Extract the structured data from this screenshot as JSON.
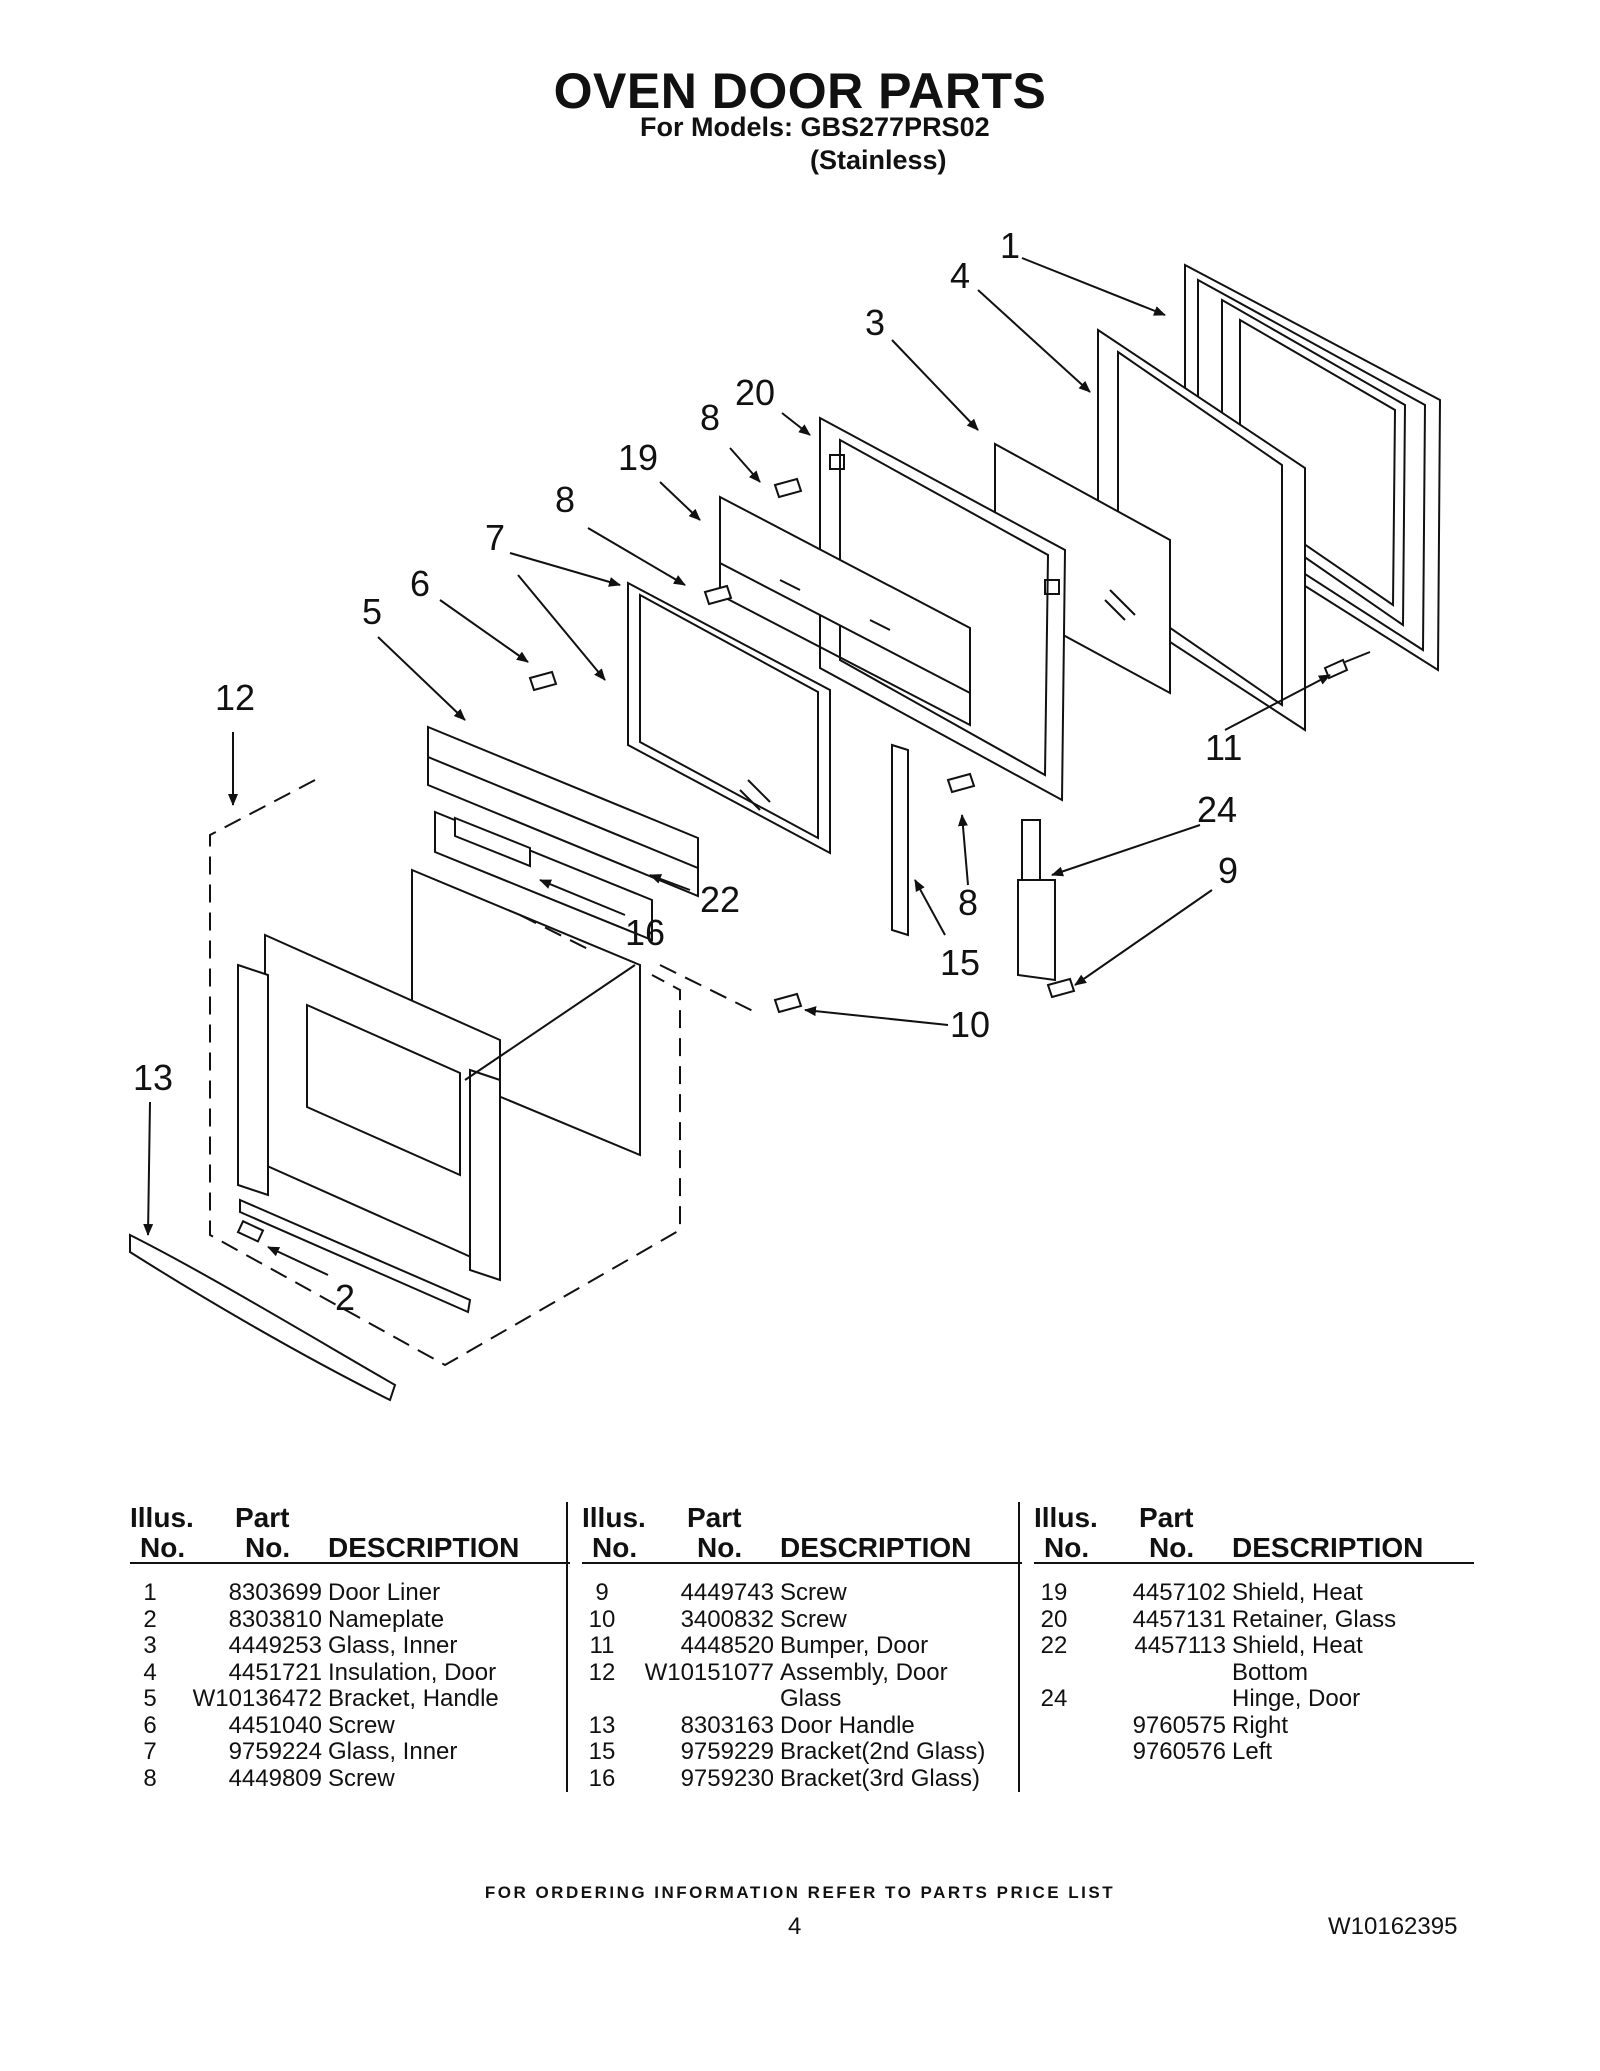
{
  "header": {
    "title": "OVEN DOOR PARTS",
    "models": "For Models: GBS277PRS02",
    "finish": "(Stainless)"
  },
  "callouts": [
    "1",
    "4",
    "3",
    "20",
    "8",
    "19",
    "8",
    "7",
    "6",
    "5",
    "12",
    "11",
    "24",
    "9",
    "22",
    "16",
    "8",
    "15",
    "10",
    "13",
    "2"
  ],
  "table_headers": {
    "illus_top": "Illus.",
    "illus_bottom": "No.",
    "part_top": "Part",
    "part_bottom": "No.",
    "description": "DESCRIPTION"
  },
  "parts_tables": [
    [
      {
        "illus": "1",
        "part": "8303699",
        "desc": "Door Liner"
      },
      {
        "illus": "2",
        "part": "8303810",
        "desc": "Nameplate"
      },
      {
        "illus": "3",
        "part": "4449253",
        "desc": "Glass, Inner"
      },
      {
        "illus": "4",
        "part": "4451721",
        "desc": "Insulation, Door"
      },
      {
        "illus": "5",
        "part": "W10136472",
        "desc": "Bracket, Handle"
      },
      {
        "illus": "6",
        "part": "4451040",
        "desc": "Screw"
      },
      {
        "illus": "7",
        "part": "9759224",
        "desc": "Glass, Inner"
      },
      {
        "illus": "8",
        "part": "4449809",
        "desc": "Screw"
      }
    ],
    [
      {
        "illus": "9",
        "part": "4449743",
        "desc": "Screw"
      },
      {
        "illus": "10",
        "part": "3400832",
        "desc": "Screw"
      },
      {
        "illus": "11",
        "part": "4448520",
        "desc": "Bumper, Door"
      },
      {
        "illus": "12",
        "part": "W10151077",
        "desc": "Assembly, Door"
      },
      {
        "illus": "",
        "part": "",
        "desc": "Glass"
      },
      {
        "illus": "13",
        "part": "8303163",
        "desc": "Door Handle"
      },
      {
        "illus": "15",
        "part": "9759229",
        "desc": "Bracket(2nd Glass)"
      },
      {
        "illus": "16",
        "part": "9759230",
        "desc": "Bracket(3rd Glass)"
      }
    ],
    [
      {
        "illus": "19",
        "part": "4457102",
        "desc": "Shield, Heat"
      },
      {
        "illus": "20",
        "part": "4457131",
        "desc": "Retainer, Glass"
      },
      {
        "illus": "22",
        "part": "4457113",
        "desc": "Shield, Heat"
      },
      {
        "illus": "",
        "part": "",
        "desc": "Bottom"
      },
      {
        "illus": "24",
        "part": "",
        "desc": "Hinge, Door"
      },
      {
        "illus": "",
        "part": "9760575",
        "desc": "Right"
      },
      {
        "illus": "",
        "part": "9760576",
        "desc": "Left"
      }
    ]
  ],
  "footer": {
    "ordering_note": "FOR ORDERING INFORMATION REFER TO PARTS PRICE LIST",
    "page_number": "4",
    "document_number": "W10162395"
  }
}
